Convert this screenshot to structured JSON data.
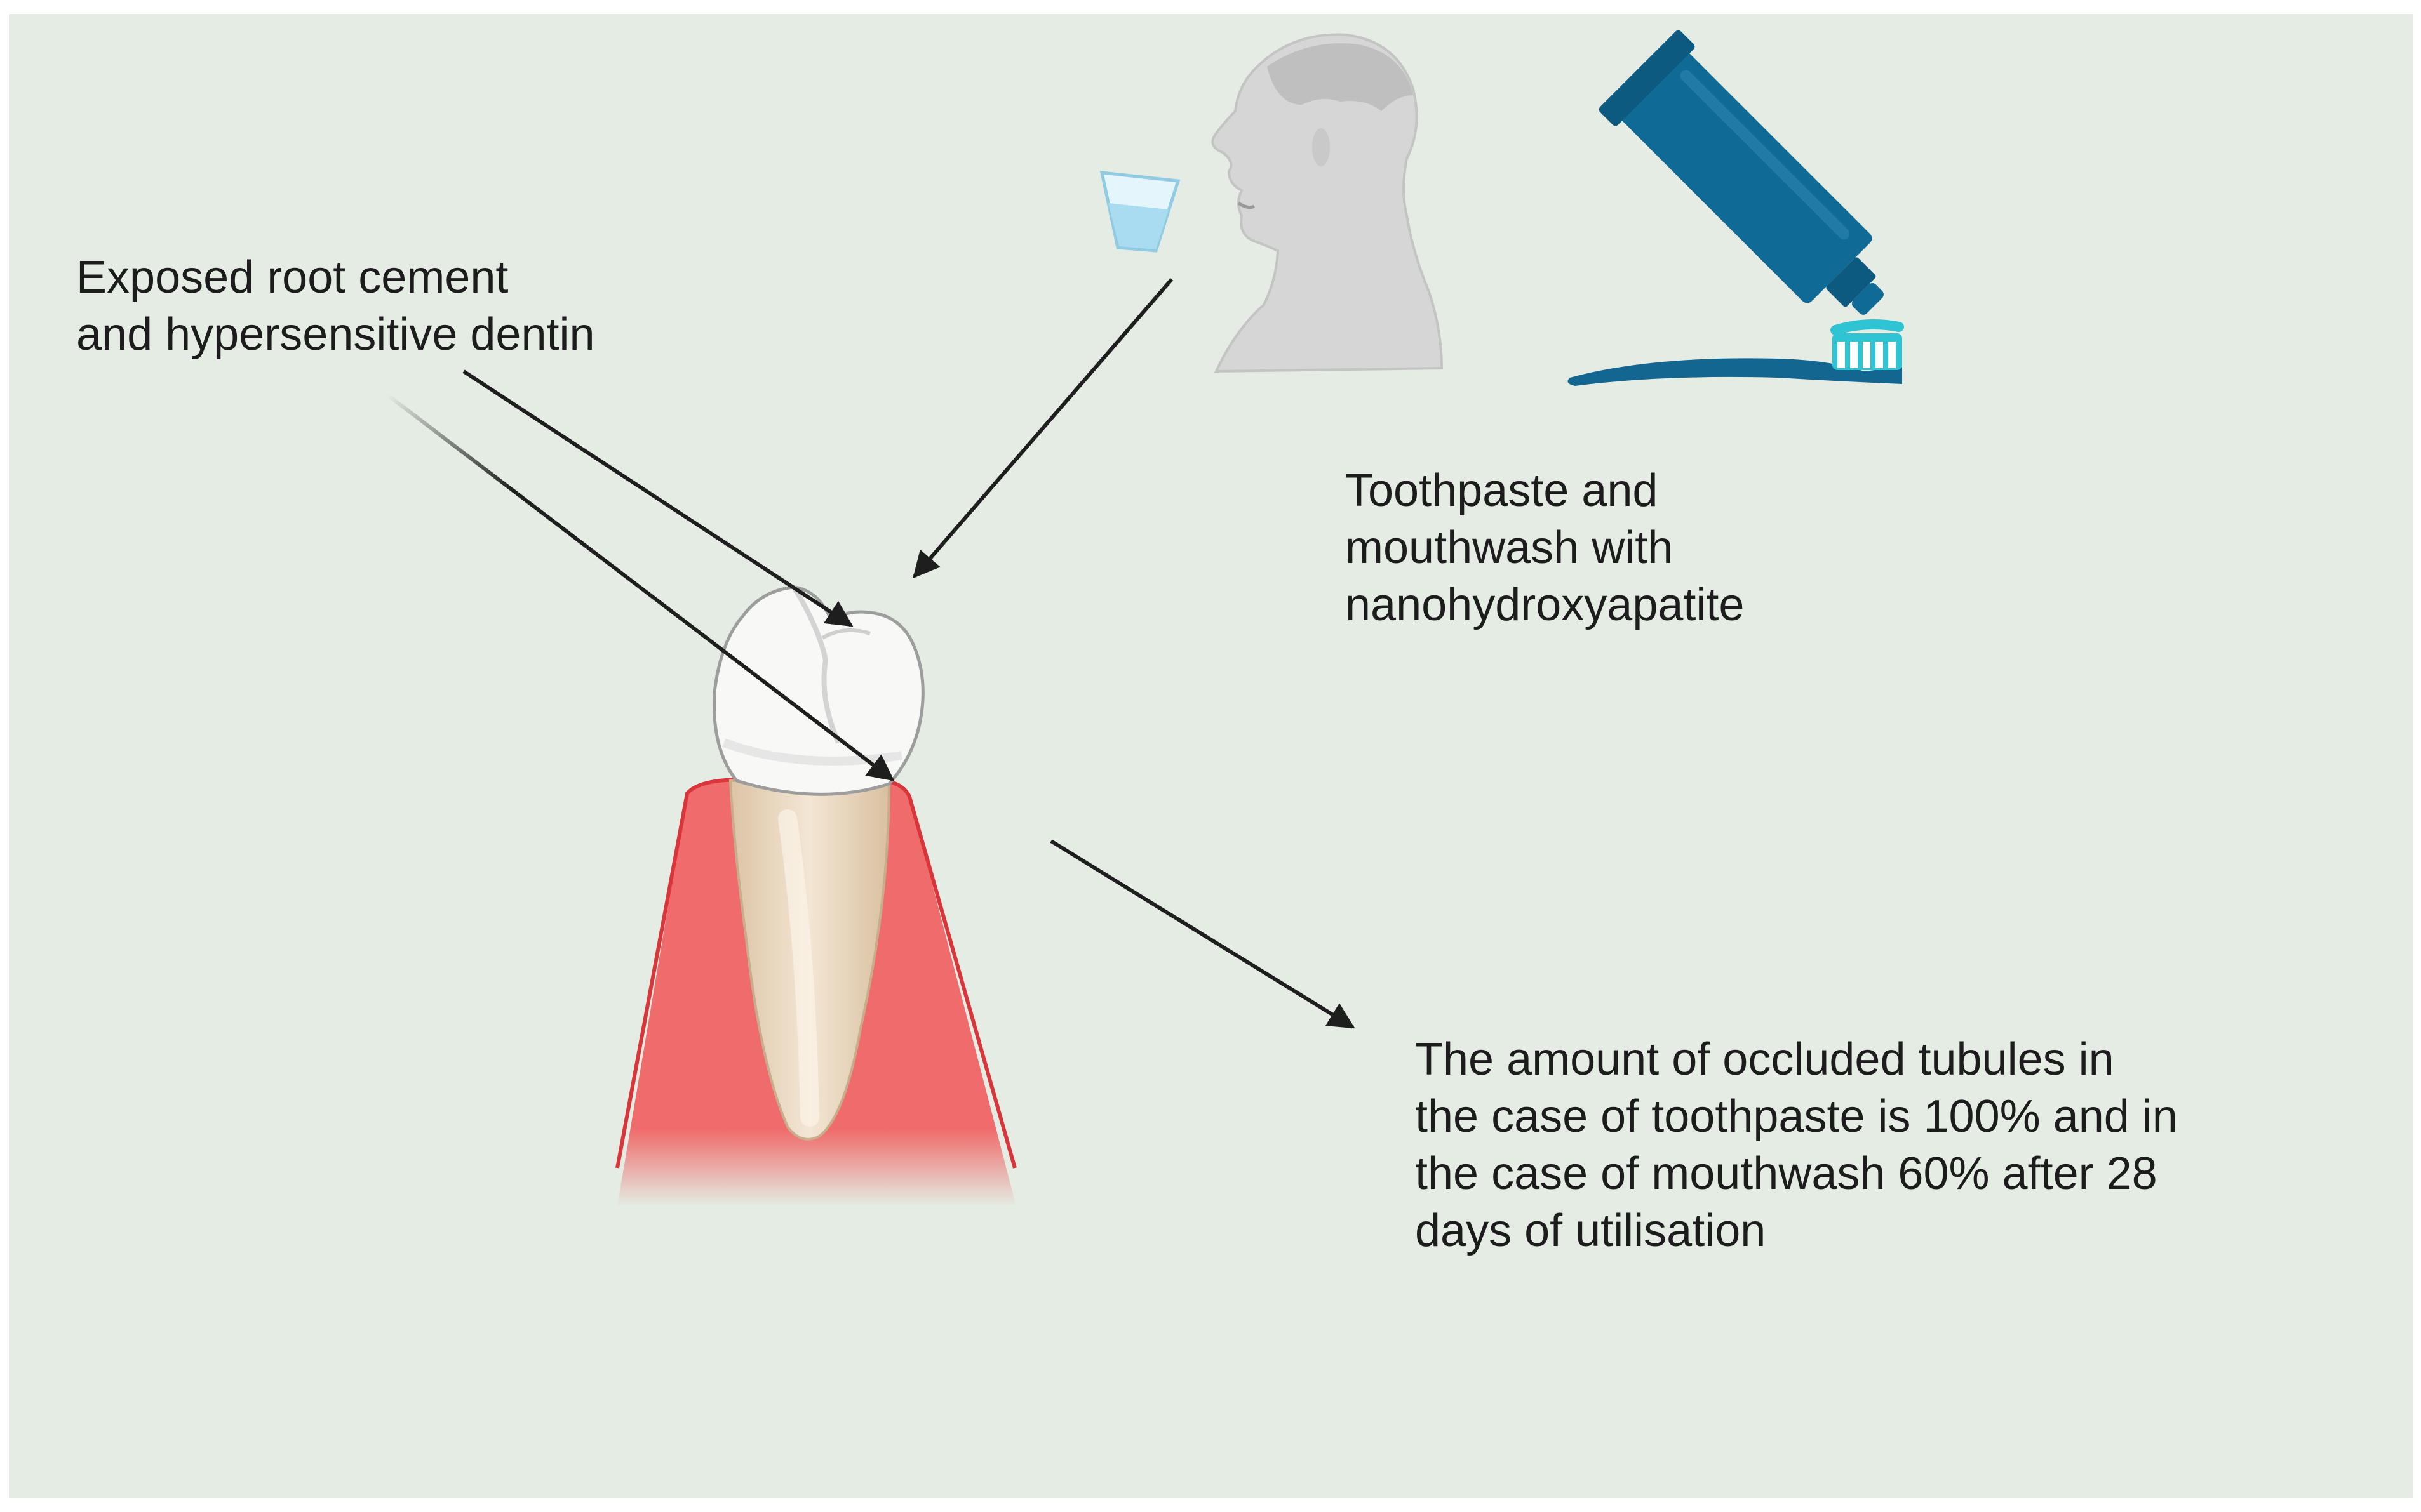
{
  "labels": {
    "root": [
      "Exposed root cement",
      "and hypersensitive dentin"
    ],
    "paste": [
      "Toothpaste and",
      "mouthwash with",
      "nanohydroxyapatite"
    ],
    "result": [
      "The amount of occluded tubules in",
      "the case of toothpaste is 100% and in",
      "the case of mouthwash 60% after 28",
      "days of utilisation"
    ]
  },
  "colors": {
    "background": "#e4ece3",
    "gum": "#f06b6b",
    "gum_edge": "#d9363b",
    "enamel": "#f8f8f6",
    "root": "#ecd9c0",
    "tube": "#0f6a96",
    "toothbrush": "#12668f",
    "bristles": "#2fc4d4",
    "glass": "#a9dcf0",
    "person": "#d2d2d2",
    "arrow": "#1e1e1e"
  },
  "icons": [
    "tooth-icon",
    "person-drinking-icon",
    "glass-icon",
    "toothpaste-tube-icon",
    "toothbrush-icon"
  ]
}
